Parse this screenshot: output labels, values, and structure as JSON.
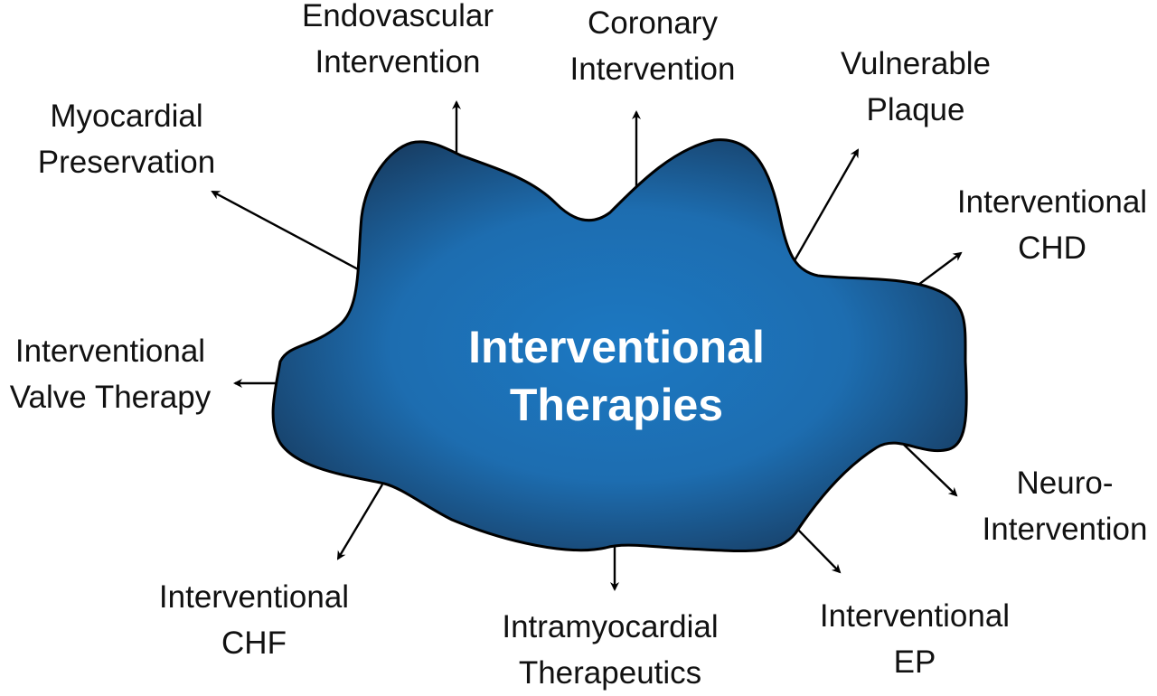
{
  "diagram": {
    "center": {
      "line1": "Interventional",
      "line2": "Therapies"
    },
    "colors": {
      "blob_center": "#1c78c2",
      "blob_edge": "#1a3f66",
      "outline": "#000000",
      "text": "#111111",
      "center_text": "#ffffff"
    },
    "branches": [
      {
        "id": "endovascular",
        "line1": "Endovascular",
        "line2": "Intervention"
      },
      {
        "id": "coronary",
        "line1": "Coronary",
        "line2": "Intervention"
      },
      {
        "id": "vulnerable-plaque",
        "line1": "Vulnerable",
        "line2": "Plaque"
      },
      {
        "id": "chd",
        "line1": "Interventional",
        "line2": "CHD"
      },
      {
        "id": "neuro",
        "line1": "Neuro-",
        "line2": "Intervention"
      },
      {
        "id": "ep",
        "line1": "Interventional",
        "line2": "EP"
      },
      {
        "id": "intramyocardial",
        "line1": "Intramyocardial",
        "line2": "Therapeutics"
      },
      {
        "id": "chf",
        "line1": "Interventional",
        "line2": "CHF"
      },
      {
        "id": "valve",
        "line1": "Interventional",
        "line2": "Valve Therapy"
      },
      {
        "id": "myocardial",
        "line1": "Myocardial",
        "line2": "Preservation"
      }
    ]
  }
}
